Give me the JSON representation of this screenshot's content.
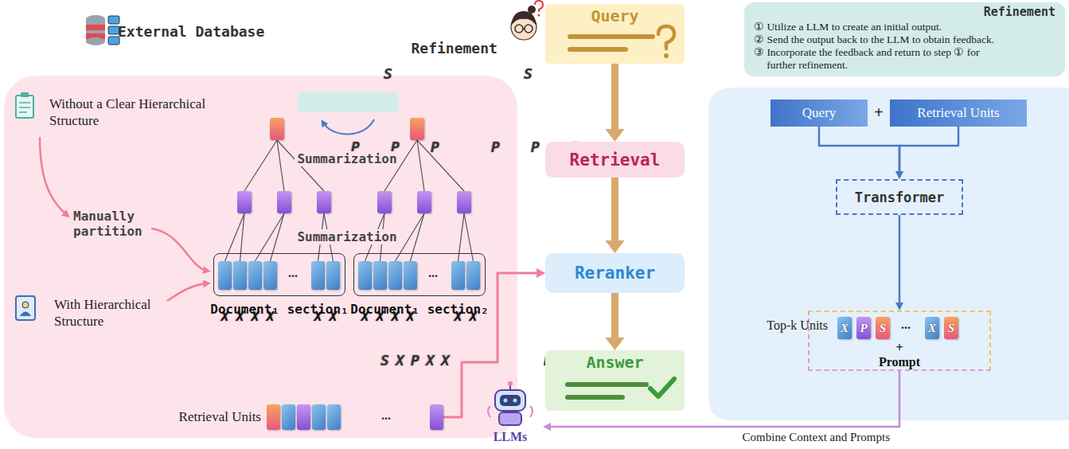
{
  "diagram": {
    "nodes": [
      {
        "text": [
          "External Database"
        ]
      },
      {
        "text": [
          "Refinement"
        ],
        "in": 0
      },
      {
        "text": [
          "S"
        ],
        "in": 0
      },
      {
        "text": [
          "S"
        ],
        "in": 0
      },
      {
        "text": [
          "P"
        ],
        "in": 0
      },
      {
        "text": [
          "P"
        ],
        "in": 0
      },
      {
        "text": [
          "P"
        ],
        "in": 0
      },
      {
        "text": [
          "P"
        ],
        "in": 0
      },
      {
        "text": [
          "P"
        ],
        "in": 0
      },
      {
        "text": [
          "P"
        ],
        "in": 0
      },
      {
        "text": [
          "Document₁ section₁"
        ],
        "in": 0
      },
      {
        "text": [
          "X"
        ],
        "in": 10
      },
      {
        "text": [
          "X"
        ],
        "in": 10
      },
      {
        "text": [
          "X"
        ],
        "in": 10
      },
      {
        "text": [
          "X"
        ],
        "in": 10
      },
      {
        "text": [
          "X"
        ],
        "in": 10
      },
      {
        "text": [
          "X"
        ],
        "in": 10
      },
      {
        "text": [
          "Document₁ section₂"
        ],
        "in": 0
      },
      {
        "text": [
          "X"
        ],
        "in": 17
      },
      {
        "text": [
          "X"
        ],
        "in": 17
      },
      {
        "text": [
          "X"
        ],
        "in": 17
      },
      {
        "text": [
          "X"
        ],
        "in": 17
      },
      {
        "text": [
          "X"
        ],
        "in": 17
      },
      {
        "text": [
          "X"
        ],
        "in": 17
      },
      {
        "text": [
          "S"
        ],
        "in": 0
      },
      {
        "text": [
          "X"
        ],
        "in": 0
      },
      {
        "text": [
          "P"
        ],
        "in": 0
      },
      {
        "text": [
          "X"
        ],
        "in": 0
      },
      {
        "text": [
          "X"
        ],
        "in": 0
      },
      {
        "text": [
          "P"
        ],
        "in": 0
      },
      {
        "text": [
          "Query"
        ]
      },
      {
        "text": [
          "Retrieval"
        ]
      },
      {
        "text": [
          "Reranker"
        ]
      },
      {
        "text": [
          "Answer"
        ]
      },
      {
        "text": [
          "LLMs"
        ]
      },
      {
        "text": [
          "Refinement",
          "① Utilize a LLM to create an initial output.",
          "② Send the output back to the LLM to obtain feedback.",
          "③ Incorporate the feedback and return to step ① for further refinement."
        ]
      },
      {
        "text": [
          "Query"
        ]
      },
      {
        "text": [
          "Retrieval Units"
        ]
      },
      {
        "text": [
          "Transformer"
        ]
      },
      {
        "text": [
          "+",
          "Prompt"
        ]
      },
      {
        "text": [
          "X"
        ],
        "in": 39
      },
      {
        "text": [
          "P"
        ],
        "in": 39
      },
      {
        "text": [
          "S"
        ],
        "in": 39
      },
      {
        "text": [
          "X"
        ],
        "in": 39
      },
      {
        "text": [
          "S"
        ],
        "in": 39
      }
    ],
    "edges": [
      {
        "from": 2,
        "to": 4,
        "arrow": "none"
      },
      {
        "from": 2,
        "to": 5,
        "arrow": "none"
      },
      {
        "from": 2,
        "to": 6,
        "arrow": "none"
      },
      {
        "from": 3,
        "to": 7,
        "arrow": "none"
      },
      {
        "from": 3,
        "to": 8,
        "arrow": "none"
      },
      {
        "from": 3,
        "to": 9,
        "arrow": "none"
      },
      {
        "from": 4,
        "to": 11,
        "arrow": "none"
      },
      {
        "from": 4,
        "to": 12,
        "arrow": "none"
      },
      {
        "from": 5,
        "to": 13,
        "arrow": "none"
      },
      {
        "from": 5,
        "to": 14,
        "arrow": "none"
      },
      {
        "from": 6,
        "to": 15,
        "arrow": "none"
      },
      {
        "from": 6,
        "to": 16,
        "arrow": "none"
      },
      {
        "from": 7,
        "to": 18,
        "arrow": "none"
      },
      {
        "from": 7,
        "to": 19,
        "arrow": "none"
      },
      {
        "from": 8,
        "to": 20,
        "arrow": "none"
      },
      {
        "from": 8,
        "to": 21,
        "arrow": "none"
      },
      {
        "from": 9,
        "to": 22,
        "arrow": "none"
      },
      {
        "from": 9,
        "to": 23,
        "arrow": "none"
      },
      {
        "from": 30,
        "to": 31,
        "arrow": "to"
      },
      {
        "from": 31,
        "to": 32,
        "arrow": "to"
      },
      {
        "from": 32,
        "to": 33,
        "arrow": "to"
      },
      {
        "from": 29,
        "to": 32,
        "arrow": "to"
      },
      {
        "from": 36,
        "to": 38,
        "arrow": "to"
      },
      {
        "from": 37,
        "to": 38,
        "arrow": "to"
      },
      {
        "from": 38,
        "to": 39,
        "arrow": "to"
      },
      {
        "from": 39,
        "to": 34,
        "label": "Combine Context and Prompts",
        "arrow": "to"
      }
    ],
    "labels": [
      "Without a Clear Hierarchical Structure",
      "Manually partition",
      "With Hierarchical Structure",
      "Summarization",
      "Summarization",
      "...",
      "...",
      "Retrieval Units",
      "...",
      "+",
      "Top-k Units",
      "..."
    ]
  }
}
